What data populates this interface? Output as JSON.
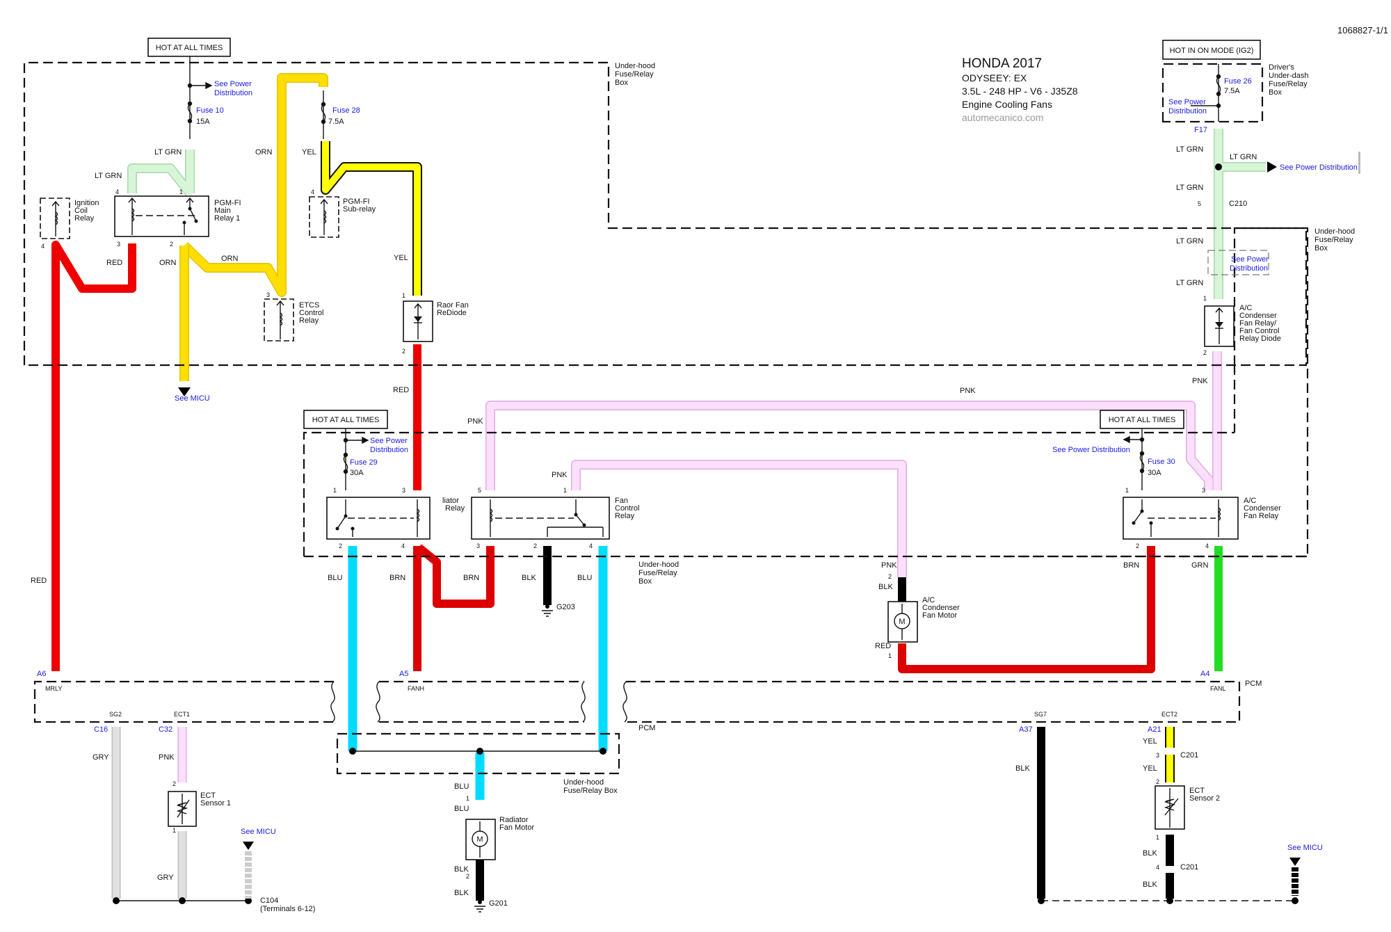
{
  "doc_id": "1068827-1/1",
  "title": {
    "make_year": "HONDA  2017",
    "model": "ODYSEEY: EX",
    "engine": "3.5L - 248 HP - V6 - J35Z8",
    "system": "Engine Cooling Fans",
    "watermark": "automecanico.com"
  },
  "power_boxes": {
    "hot1": "HOT AT ALL TIMES",
    "hot2": "HOT AT ALL TIMES",
    "hot3": "HOT AT ALL TIMES",
    "ig2": "HOT IN ON MODE (IG2)"
  },
  "enclosures": {
    "uh1": [
      "Under-hood",
      "Fuse/Relay",
      "Box"
    ],
    "uh2": [
      "Under-hood",
      "Fuse/Relay",
      "Box"
    ],
    "uh3": [
      "Under-hood",
      "Fuse/Relay",
      "Box"
    ],
    "uh4": [
      "Under-hood",
      "Fuse/Relay Box"
    ],
    "dash": [
      "Driver's",
      "Under-dash",
      "Fuse/Relay",
      "Box"
    ],
    "pcm": "PCM",
    "pcm2": "PCM"
  },
  "fuses": {
    "f10": {
      "name": "Fuse 10",
      "rating": "15A"
    },
    "f28": {
      "name": "Fuse 28",
      "rating": "7.5A"
    },
    "f29": {
      "name": "Fuse 29",
      "rating": "30A"
    },
    "f30": {
      "name": "Fuse 30",
      "rating": "30A"
    },
    "f26": {
      "name": "Fuse 26",
      "rating": "7.5A"
    }
  },
  "links": {
    "pd": [
      "See Power",
      "Distribution"
    ],
    "pd_inline": "See Power Distribution",
    "micu": "See MICU"
  },
  "components": {
    "ign_coil": [
      "Ignition",
      "Coil",
      "Relay"
    ],
    "main_relay": [
      "PGM-FI",
      "Main",
      "Relay 1"
    ],
    "sub_relay": [
      "PGM-FI",
      "Sub-relay"
    ],
    "etcs": [
      "ETCS",
      "Control",
      "Relay"
    ],
    "rear_diode": [
      "Raor Fan",
      "ReDiode"
    ],
    "rad_relay": [
      "liator",
      "Relay"
    ],
    "fan_ctrl": [
      "Fan",
      "Control",
      "Relay"
    ],
    "ac_relay": [
      "A/C",
      "Condenser",
      "Fan Relay"
    ],
    "ac_diode": [
      "A/C",
      "Condenser",
      "Fan Relay/",
      "Fan Control",
      "Relay Diode"
    ],
    "ac_motor": [
      "A/C",
      "Condenser",
      "Fan Motor"
    ],
    "rad_motor": [
      "Radiator",
      "Fan Motor"
    ],
    "ect1": [
      "ECT",
      "Sensor 1"
    ],
    "ect2": [
      "ECT",
      "Sensor 2"
    ],
    "motor_symbol": "M"
  },
  "wires": {
    "lt_grn": "LT GRN",
    "orn": "ORN",
    "yel": "YEL",
    "red": "RED",
    "pnk": "PNK",
    "blu": "BLU",
    "brn": "BRN",
    "blk": "BLK",
    "grn": "GRN",
    "gry": "GRY"
  },
  "wire_colors": {
    "lt_grn": "#d7f5d7",
    "orn": "#ffde00",
    "yel": "#ffff00",
    "red": "#ee0000",
    "pnk": "#fbe0fb",
    "blu": "#00dcff",
    "blk": "#000000",
    "grn": "#22dd22",
    "gry": "#d9d9d9",
    "link_blue": "#1a1adb"
  },
  "terminals": {
    "pcm": {
      "a6": "A6",
      "a5": "A5",
      "a4": "A4",
      "c16": "C16",
      "c32": "C32",
      "a37": "A37",
      "a21": "A21",
      "f17": "F17"
    },
    "pcm_pins": {
      "mrly": "MRLY",
      "fanh": "FANH",
      "fanl": "FANL",
      "sg2": "SG2",
      "ect1": "ECT1",
      "sg7": "SG7",
      "ect2": "ECT2"
    },
    "nums": {
      "n1": "1",
      "n2": "2",
      "n3": "3",
      "n4": "4",
      "n5": "5"
    }
  },
  "connectors": {
    "c210": "C210",
    "c201": "C201",
    "c104": "C104",
    "c104_note": "(Terminals 6-12)",
    "g203": "G203",
    "g201": "G201"
  }
}
